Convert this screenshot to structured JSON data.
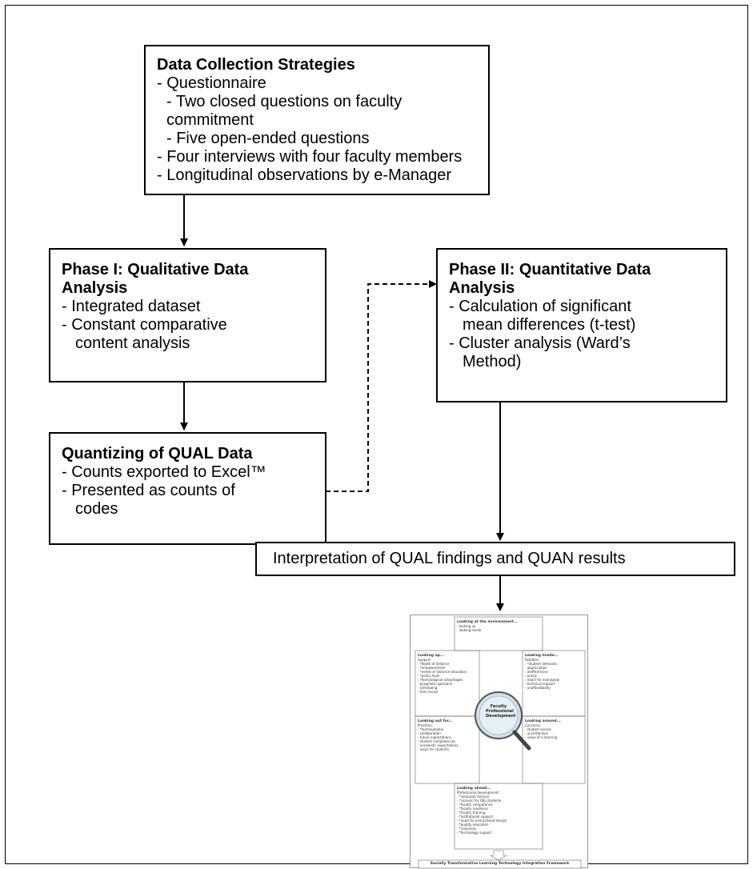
{
  "box_collection": {
    "title": "Data Collection Strategies",
    "items": [
      {
        "text": "- Questionnaire",
        "indent": false
      },
      {
        "text": "- Two closed questions on faculty commitment",
        "indent": true
      },
      {
        "text": "- Five open-ended questions",
        "indent": true
      },
      {
        "text": "- Four interviews with four faculty members",
        "indent": false
      },
      {
        "text": "- Longitudinal observations by e-Manager",
        "indent": false
      }
    ]
  },
  "box_phase1": {
    "title_line1": "Phase I: Qualitative Data",
    "title_line2": "Analysis",
    "item1": "- Integrated dataset",
    "item2a": "- Constant comparative",
    "item2b": "content analysis"
  },
  "box_phase2": {
    "title_line1": "Phase II: Quantitative Data",
    "title_line2": "Analysis",
    "item1a": "- Calculation of significant",
    "item1b": "mean differences (t-test)",
    "item2a": "- Cluster analysis (Ward’s",
    "item2b": "Method)"
  },
  "box_quantizing": {
    "title": "Quantizing of QUAL Data",
    "item1": "- Counts exported to Excel™",
    "item2a": "- Presented as counts of",
    "item2b": "codes"
  },
  "box_interpretation": {
    "text": "Interpretation of QUAL findings and QUAN results"
  },
  "framework_thumbnail": {
    "center_line1": "Faculty",
    "center_line2": "Professional",
    "center_line3": "Development",
    "top_title": "Looking at the environment...",
    "top_items": [
      "- looking up",
      "- looking inside"
    ],
    "left_up_title": "Looking up...",
    "left_up_items": [
      "Support:",
      "- *death of distance",
      "- *empowerment",
      "- *needs of distance education",
      "- *policy level",
      "- *technological advantages",
      "- pragmatic approach",
      "- scheduling",
      "- time issues"
    ],
    "left_out_title": "Looking out for...",
    "left_out_items": [
      "Priorities:",
      "- *technophobia",
      "- collaboration",
      "- future expectations",
      "- student competencies",
      "- unrealistic expectations",
      "- value for students"
    ],
    "right_in_title": "Looking inside...",
    "right_in_items": [
      "Realities:",
      "- *student demands",
      "- appreciation",
      "- inefficiencies",
      "- praxis",
      "- reach for everybody",
      "- technical support",
      "- unaffordability"
    ],
    "right_around_title": "Looking around...",
    "right_around_items": [
      "Concerns:",
      "- student access",
      "- uncertainties",
      "- value of e-learning"
    ],
    "bottom_title": "Looking ahead...",
    "bottom_items": [
      "Professional development:",
      "- *computer literacy",
      "- *concern for OEL students",
      "- *faculty competence",
      "- *faculty readiness",
      "- *faculty training",
      "- *institutional support",
      "- *need for instructional design",
      "- *quality education",
      "- *resources",
      "- *technology support"
    ],
    "footer": "Socially Transformative Learning Technology Integration Framework"
  }
}
